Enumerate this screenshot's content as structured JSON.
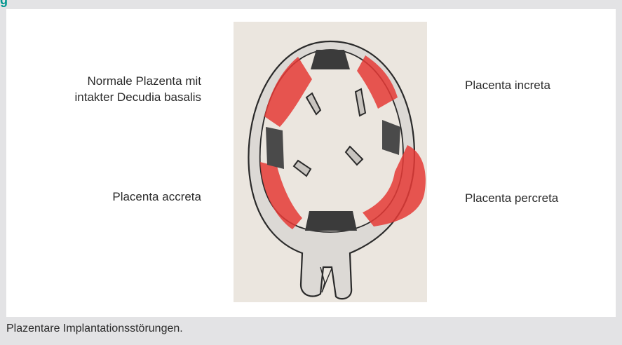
{
  "header": {
    "fragment": "g"
  },
  "figure": {
    "labels": {
      "top_left": "Normale Plazenta mit",
      "top_left_line2": "intakter Decudia basalis",
      "top_right": "Placenta increta",
      "bottom_left": "Placenta accreta",
      "bottom_right": "Placenta percreta"
    },
    "colors": {
      "paper": "#ebe6df",
      "red": "#e53a36",
      "ink": "#2a2a2a"
    }
  },
  "caption": "Plazentare Implantationsstörungen."
}
